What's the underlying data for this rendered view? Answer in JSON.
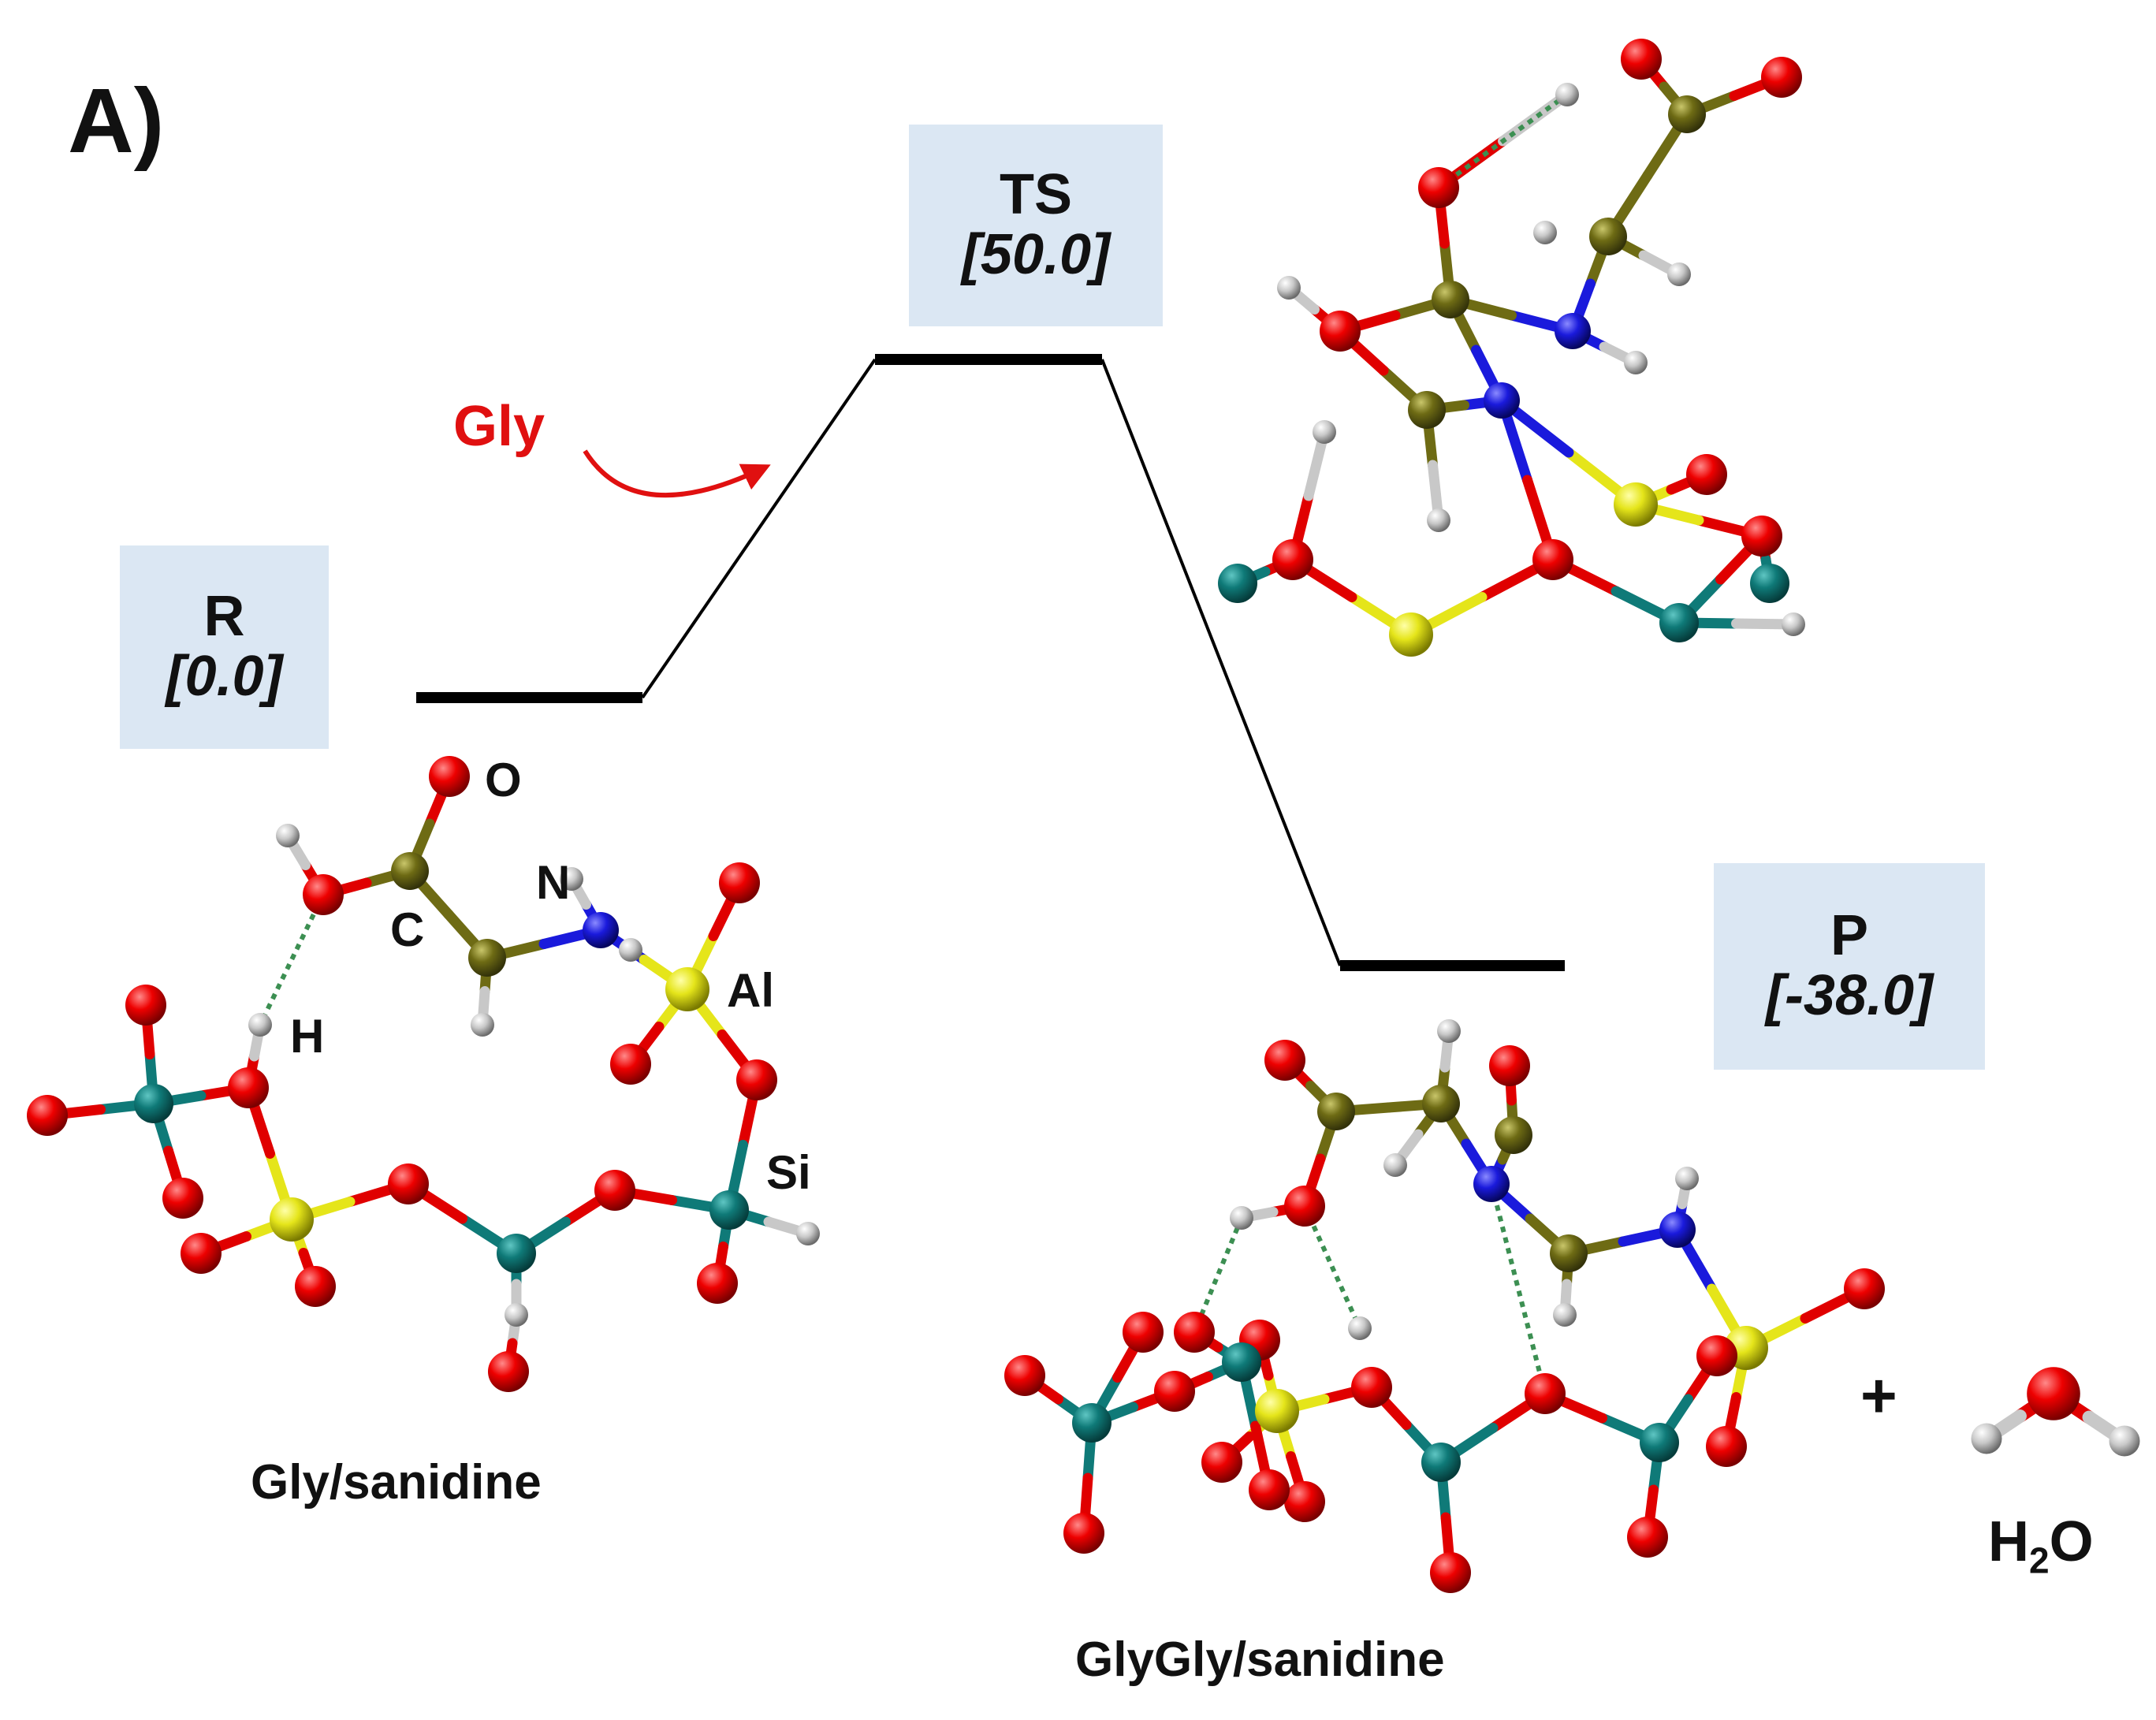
{
  "panel_label": "A)",
  "reagent_label": "Gly",
  "colors": {
    "O": "#e00000",
    "C": "#6e6b14",
    "N": "#1a1adc",
    "H": "#c8c8c8",
    "Al": "#e5e51a",
    "Si": "#0f7a78",
    "reagent_arrow": "#e01010",
    "hbond": "#3c8f52",
    "state_box": "#dbe7f3"
  },
  "states": {
    "reactant": {
      "name": "R",
      "energy": 0.0,
      "energy_label": "[0.0]"
    },
    "transition": {
      "name": "TS",
      "energy": 50.0,
      "energy_label": "[50.0]"
    },
    "product": {
      "name": "P",
      "energy": -38.0,
      "energy_label": "[-38.0]"
    }
  },
  "atom_labels": {
    "o": "O",
    "c": "C",
    "n": "N",
    "h": "H",
    "al": "Al",
    "si": "Si"
  },
  "captions": {
    "reactant": "Gly/sanidine",
    "product": "GlyGly/sanidine",
    "plus": "+",
    "water_h": "H",
    "water_sub": "2",
    "water_o": "O"
  }
}
